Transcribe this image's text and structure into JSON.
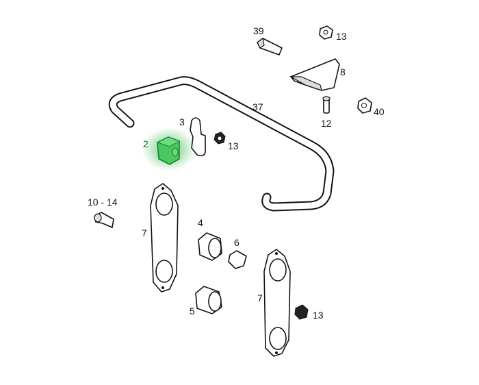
{
  "highlight_color": "#2db84a",
  "parts": [
    {
      "id": "part-39",
      "label": "39"
    },
    {
      "id": "part-13-top",
      "label": "13"
    },
    {
      "id": "part-8",
      "label": "8"
    },
    {
      "id": "part-37",
      "label": "37"
    },
    {
      "id": "part-12",
      "label": "12"
    },
    {
      "id": "part-40",
      "label": "40"
    },
    {
      "id": "part-3",
      "label": "3"
    },
    {
      "id": "part-2",
      "label": "2",
      "highlighted": true
    },
    {
      "id": "part-13-mid",
      "label": "13"
    },
    {
      "id": "part-10-14",
      "label": "10 - 14"
    },
    {
      "id": "part-7-left",
      "label": "7"
    },
    {
      "id": "part-4",
      "label": "4"
    },
    {
      "id": "part-6",
      "label": "6"
    },
    {
      "id": "part-5",
      "label": "5"
    },
    {
      "id": "part-7-right",
      "label": "7"
    },
    {
      "id": "part-13-bottom",
      "label": "13"
    }
  ]
}
